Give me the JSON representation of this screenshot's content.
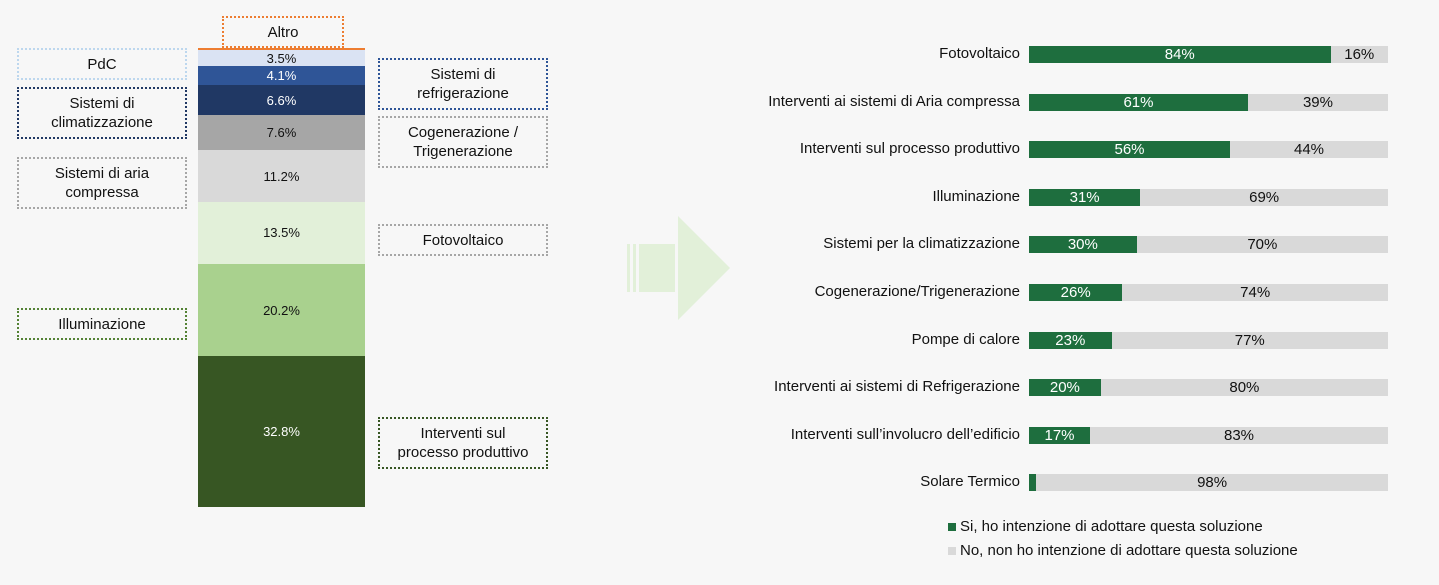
{
  "chart_data": [
    {
      "type": "stacked-bar",
      "categories": [
        "Interventi sul processo produttivo",
        "Illuminazione",
        "Fotovoltaico",
        "Sistemi di aria compressa",
        "Cogenerazione / Trigenerazione",
        "Sistemi di climatizzazione",
        "Sistemi di refrigerazione",
        "PdC",
        "Altro"
      ],
      "segments": [
        {
          "value": 32.8,
          "text": "32.8%",
          "color": "#375623",
          "text_color": "#ffffff"
        },
        {
          "value": 20.2,
          "text": "20.2%",
          "color": "#a9d18e",
          "text_color": "#111111"
        },
        {
          "value": 13.5,
          "text": "13.5%",
          "color": "#e2f0d9",
          "text_color": "#111111"
        },
        {
          "value": 11.2,
          "text": "11.2%",
          "color": "#d9d9d9",
          "text_color": "#111111"
        },
        {
          "value": 7.6,
          "text": "7.6%",
          "color": "#a6a6a6",
          "text_color": "#111111"
        },
        {
          "value": 6.6,
          "text": "6.6%",
          "color": "#203864",
          "text_color": "#ffffff"
        },
        {
          "value": 4.1,
          "text": "4.1%",
          "color": "#2f5597",
          "text_color": "#ffffff"
        },
        {
          "value": 3.5,
          "text": "3.5%",
          "color": "#dae3f3",
          "text_color": "#111111"
        },
        {
          "value": 0.5,
          "text": "",
          "color": "#ed7d31",
          "text_color": "#111111"
        }
      ],
      "labels": [
        {
          "text": "Altro",
          "border": "#ed7d31"
        },
        {
          "text": "PdC",
          "border": "#bdd7ee"
        },
        {
          "text": "Sistemi di\nclimatizzazione",
          "border": "#203864"
        },
        {
          "text": "Sistemi di aria\ncompressa",
          "border": "#a6a6a6"
        },
        {
          "text": "Illuminazione",
          "border": "#548235"
        },
        {
          "text": "Sistemi di\nrefrigerazione",
          "border": "#2f5597"
        },
        {
          "text": "Cogenerazione /\nTrigenerazione",
          "border": "#a6a6a6"
        },
        {
          "text": "Fotovoltaico",
          "border": "#a6a6a6"
        },
        {
          "text": "Interventi sul\nprocesso produttivo",
          "border": "#375623"
        }
      ]
    },
    {
      "type": "bar",
      "orientation": "horizontal-stacked-100",
      "categories": [
        "Fotovoltaico",
        "Interventi  ai sistemi di Aria compressa",
        "Interventi sul processo produttivo",
        "Illuminazione",
        "Sistemi per la climatizzazione",
        "Cogenerazione/Trigenerazione",
        "Pompe di calore",
        "Interventi ai sistemi di Refrigerazione",
        "Interventi sull’involucro dell’edificio",
        "Solare Termico"
      ],
      "series": [
        {
          "name": "Si, ho intenzione di adottare questa soluzione",
          "color": "#1e6e3e",
          "values": [
            84,
            61,
            56,
            31,
            30,
            26,
            23,
            20,
            17,
            2
          ],
          "labels": [
            "84%",
            "61%",
            "56%",
            "31%",
            "30%",
            "26%",
            "23%",
            "20%",
            "17%",
            ""
          ]
        },
        {
          "name": "No, non ho intenzione di adottare questa soluzione",
          "color": "#d9d9d9",
          "values": [
            16,
            39,
            44,
            69,
            70,
            74,
            77,
            80,
            83,
            98
          ],
          "labels": [
            "16%",
            "39%",
            "44%",
            "69%",
            "70%",
            "74%",
            "77%",
            "80%",
            "83%",
            "98%"
          ]
        }
      ],
      "legend": "bottom"
    }
  ],
  "colors": {
    "arrow": "#e2f0d9"
  }
}
